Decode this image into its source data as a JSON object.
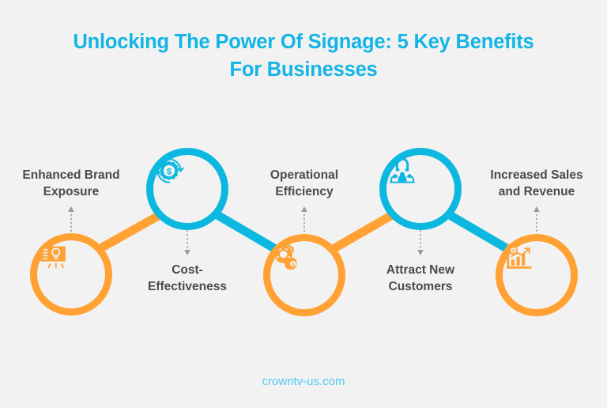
{
  "title": {
    "line1": "Unlocking The Power Of Signage: 5 Key Benefits",
    "line2": "For Businesses"
  },
  "footer": {
    "url": "crowntv-us.com"
  },
  "colors": {
    "background": "#f2f2f2",
    "cyan": "#0cb8e0",
    "title_cyan": "#12b5e5",
    "orange": "#ffa133",
    "label_text": "#4a4a4a",
    "footer_text": "#4ec8ef",
    "connector_dotted": "#9a9a9a"
  },
  "nodes": [
    {
      "index": 1,
      "icon": "billboard-lightbulb-icon",
      "color": "#ffa133",
      "position": "low",
      "label_line1": "Enhanced Brand",
      "label_line2": "Exposure",
      "label_position": "above",
      "connector_direction": "up"
    },
    {
      "index": 2,
      "icon": "dollar-gear-refresh-icon",
      "color": "#0cb8e0",
      "position": "high",
      "label_line1": "Cost-",
      "label_line2": "Effectiveness",
      "label_position": "below",
      "connector_direction": "down"
    },
    {
      "index": 3,
      "icon": "gears-cycle-icon",
      "color": "#ffa133",
      "position": "low",
      "label_line1": "Operational",
      "label_line2": "Efficiency",
      "label_position": "above",
      "connector_direction": "up"
    },
    {
      "index": 4,
      "icon": "magnet-people-group-icon",
      "color": "#0cb8e0",
      "position": "high",
      "label_line1": "Attract New",
      "label_line2": "Customers",
      "label_position": "below",
      "connector_direction": "down"
    },
    {
      "index": 5,
      "icon": "bar-chart-growth-coin-icon",
      "color": "#ffa133",
      "position": "low",
      "label_line1": "Increased Sales",
      "label_line2": "and Revenue",
      "label_position": "above",
      "connector_direction": "up"
    }
  ],
  "connectors": [
    {
      "from": 1,
      "to": 2,
      "color": "#ffa133"
    },
    {
      "from": 2,
      "to": 3,
      "color": "#0cb8e0"
    },
    {
      "from": 3,
      "to": 4,
      "color": "#ffa133"
    },
    {
      "from": 4,
      "to": 5,
      "color": "#0cb8e0"
    }
  ]
}
